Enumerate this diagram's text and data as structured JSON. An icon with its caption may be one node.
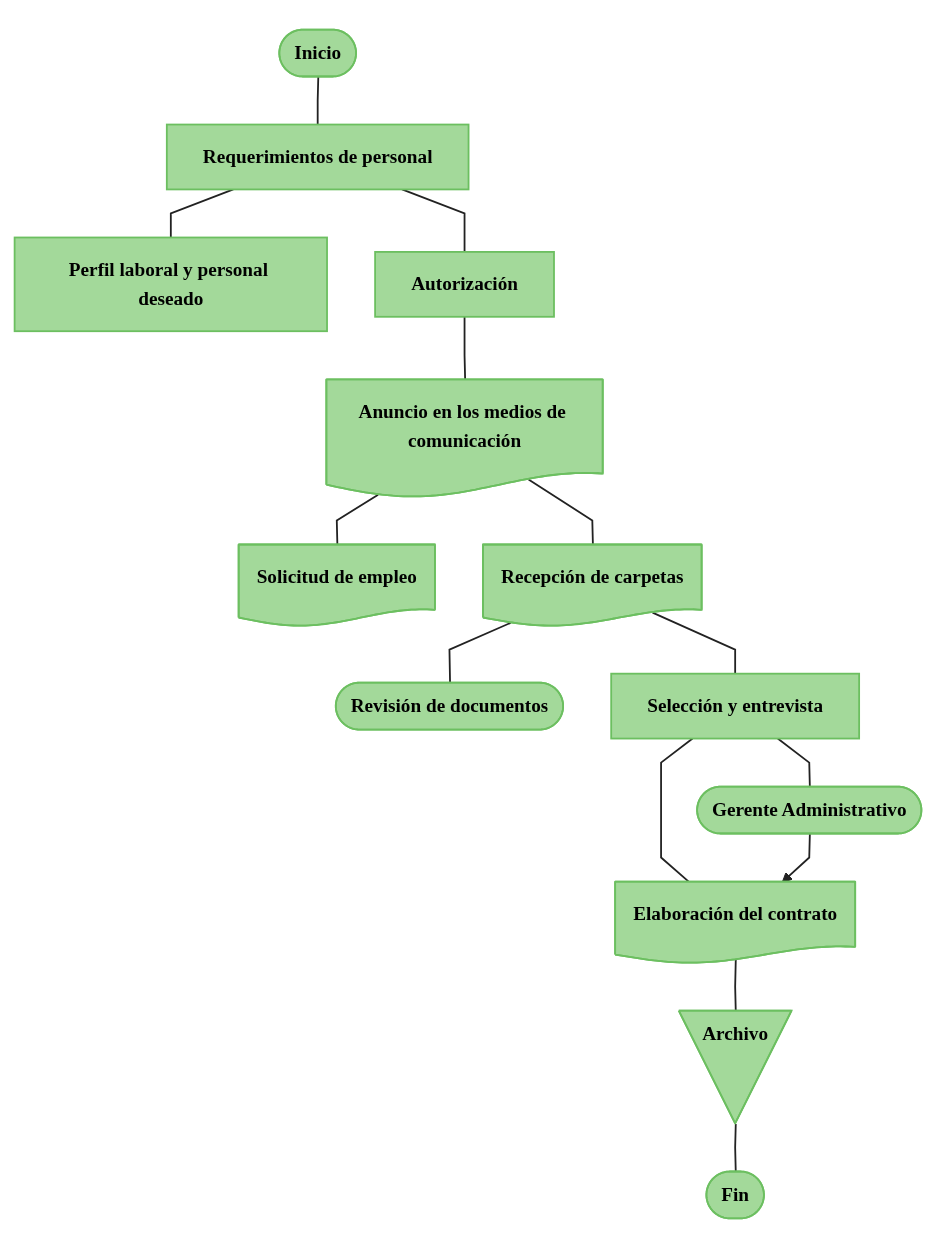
{
  "diagram": {
    "nodes": [
      {
        "text": [
          "Inicio"
        ]
      },
      {
        "text": [
          "Requerimientos de personal"
        ]
      },
      {
        "text": [
          "Perfil laboral y personal deseado"
        ]
      },
      {
        "text": [
          "Autorización"
        ]
      },
      {
        "text": [
          "Anuncio en los medios de comunicación"
        ]
      },
      {
        "text": [
          "Solicitud de empleo"
        ]
      },
      {
        "text": [
          "Recepción de carpetas"
        ]
      },
      {
        "text": [
          "Revisión de documentos"
        ]
      },
      {
        "text": [
          "Selección y entrevista"
        ]
      },
      {
        "text": [
          "Gerente Administrativo"
        ]
      },
      {
        "text": [
          "Elaboración del contrato"
        ]
      },
      {
        "text": [
          "Archivo"
        ]
      },
      {
        "text": [
          "Fin"
        ]
      }
    ],
    "edges": [
      {
        "from": 0,
        "to": 1,
        "arrow": "none"
      },
      {
        "from": 1,
        "to": 2,
        "arrow": "none"
      },
      {
        "from": 1,
        "to": 3,
        "arrow": "none"
      },
      {
        "from": 3,
        "to": 4,
        "arrow": "none"
      },
      {
        "from": 4,
        "to": 5,
        "arrow": "none"
      },
      {
        "from": 4,
        "to": 6,
        "arrow": "none"
      },
      {
        "from": 6,
        "to": 7,
        "arrow": "none"
      },
      {
        "from": 6,
        "to": 8,
        "arrow": "none"
      },
      {
        "from": 8,
        "to": 9,
        "arrow": "none"
      },
      {
        "from": 8,
        "to": 10,
        "arrow": "none"
      },
      {
        "from": 9,
        "to": 10,
        "arrow": "to"
      },
      {
        "from": 10,
        "to": 11,
        "arrow": "none"
      },
      {
        "from": 11,
        "to": 12,
        "arrow": "none"
      }
    ]
  }
}
